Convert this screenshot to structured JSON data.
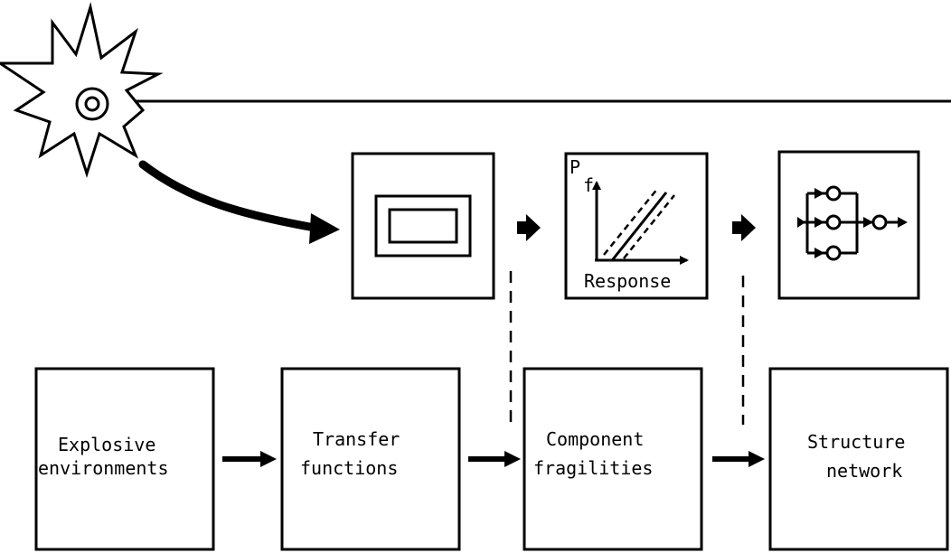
{
  "source": {
    "icon": "explosion-icon"
  },
  "panels": [
    {
      "icon": "structure-section-icon"
    },
    {
      "icon": "fragility-curve-icon",
      "y_symbol": "P",
      "y_subscript": "f",
      "x_label": "Response"
    },
    {
      "icon": "network-diagram-icon"
    }
  ],
  "stages": [
    {
      "line1": "Explosive",
      "line2": "environments"
    },
    {
      "line1": "Transfer",
      "line2": "functions"
    },
    {
      "line1": "Component",
      "line2": "fragilities"
    },
    {
      "line1": "Structure",
      "line2": "network"
    }
  ]
}
